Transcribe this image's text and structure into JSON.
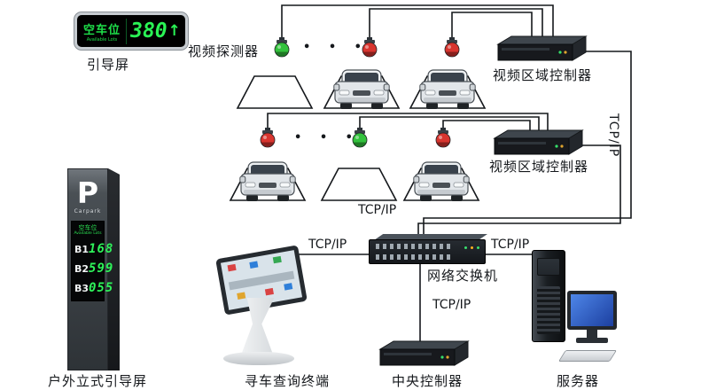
{
  "colors": {
    "led_green": "#2af455",
    "camera_vacant_green": "#33c23d",
    "camera_occupied_red": "#d8352f",
    "cable_black": "#15181c",
    "monitor_blue": "#2f62d6"
  },
  "led_display": {
    "title_cn": "空车位",
    "title_en": "Available Lots",
    "value": "380",
    "arrow": "↑",
    "label": "引导屏"
  },
  "detector": {
    "label": "视频探测器",
    "dots": "• • •"
  },
  "cameras": {
    "row1": [
      "vacant",
      "occupied",
      "occupied"
    ],
    "row2": [
      "occupied",
      "vacant",
      "occupied"
    ]
  },
  "video_controllers": [
    {
      "label": "视频区域控制器"
    },
    {
      "label": "视频区域控制器"
    }
  ],
  "tcpip_label": "TCP/IP",
  "switch": {
    "label": "网络交换机"
  },
  "pillar": {
    "letter": "P",
    "carpark": "Carpark",
    "header_cn": "空车位",
    "header_en": "Available Lots",
    "rows": [
      {
        "level": "B1",
        "count": "168"
      },
      {
        "level": "B2",
        "count": "599"
      },
      {
        "level": "B3",
        "count": "055"
      }
    ],
    "label": "户外立式引导屏"
  },
  "kiosk": {
    "label": "寻车查询终端"
  },
  "central_controller": {
    "label": "中央控制器"
  },
  "server": {
    "label": "服务器"
  }
}
